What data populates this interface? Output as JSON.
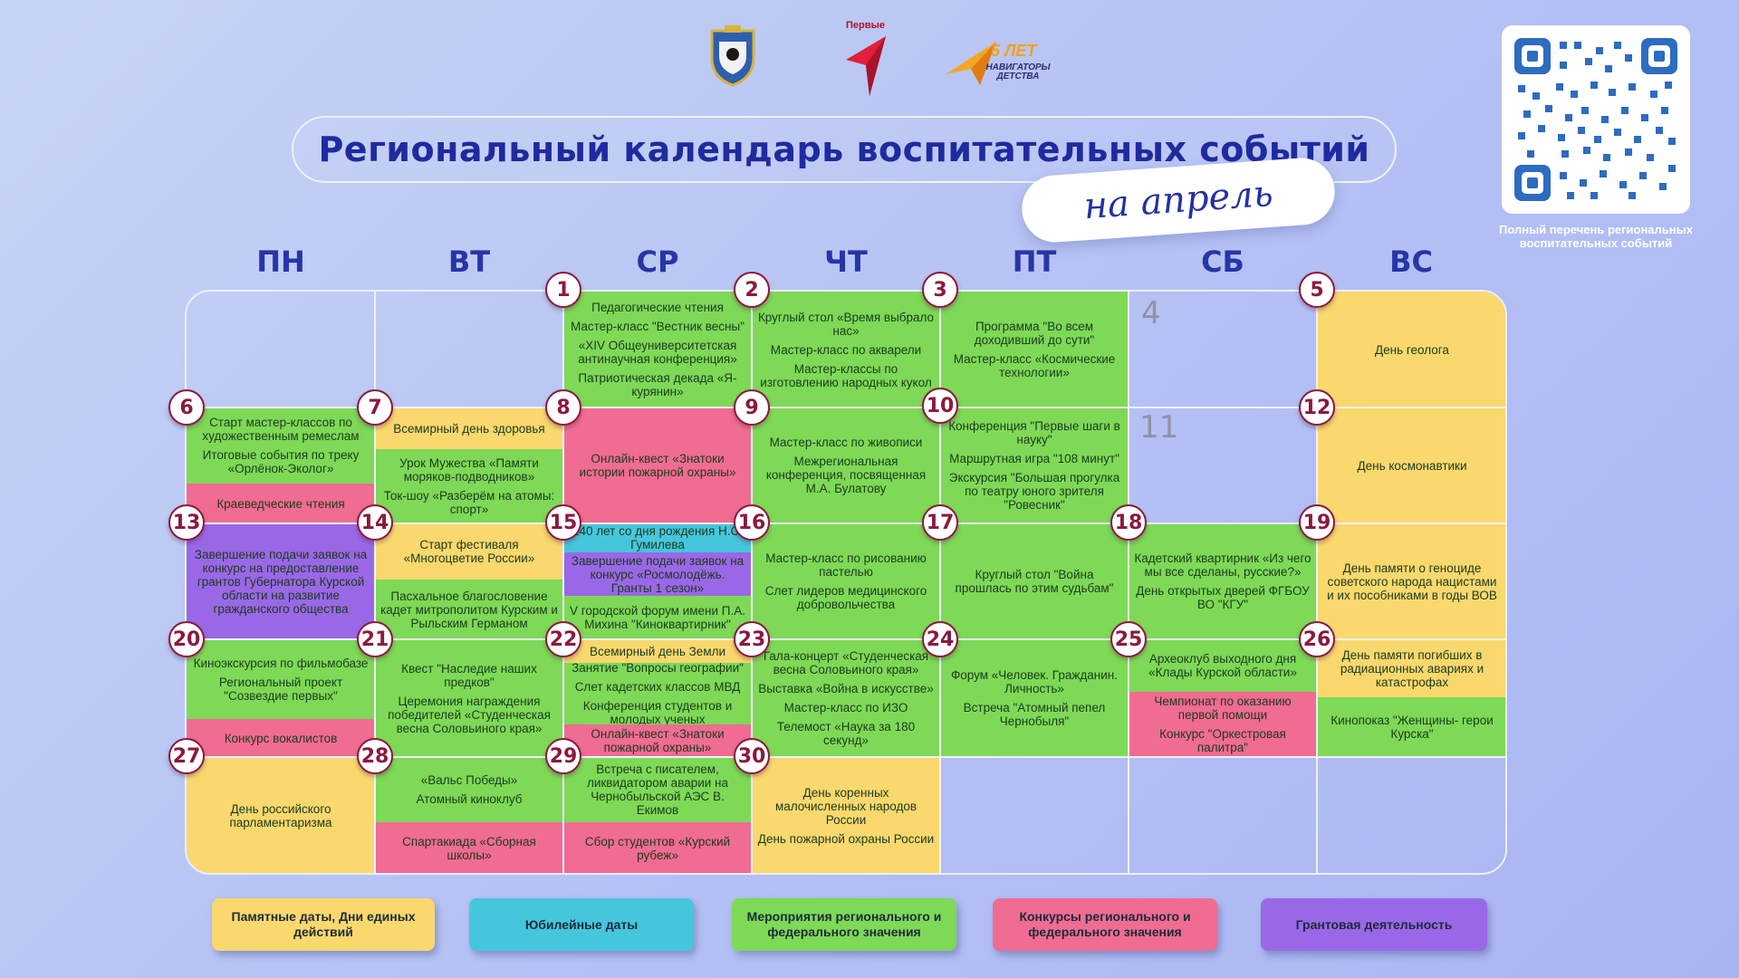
{
  "header": {
    "title": "Региональный календарь воспитательных событий",
    "month_label": "на апрель",
    "logo_first_text": "Первые",
    "logo_nav_years": "5 ЛЕТ",
    "logo_nav_name": "НАВИГАТОРЫ ДЕТСТВА",
    "qr_caption": "Полный перечень региональных воспитательных событий"
  },
  "weekdays": [
    "ПН",
    "ВТ",
    "СР",
    "ЧТ",
    "ПТ",
    "СБ",
    "ВС"
  ],
  "days": {
    "d1": "1",
    "d2": "2",
    "d3": "3",
    "d4": "4",
    "d5": "5",
    "d6": "6",
    "d7": "7",
    "d8": "8",
    "d9": "9",
    "d10": "10",
    "d11": "11",
    "d12": "12",
    "d13": "13",
    "d14": "14",
    "d15": "15",
    "d16": "16",
    "d17": "17",
    "d18": "18",
    "d19": "19",
    "d20": "20",
    "d21": "21",
    "d22": "22",
    "d23": "23",
    "d24": "24",
    "d25": "25",
    "d26": "26",
    "d27": "27",
    "d28": "28",
    "d29": "29",
    "d30": "30"
  },
  "events": {
    "e1": [
      "Педагогические чтения",
      "Мастер-класс \"Вестник весны\"",
      "«XIV Общеуниверситетская антинаучная конференция»",
      "Патриотическая декада «Я-курянин»"
    ],
    "e2": [
      "Круглый стол «Время выбрало нас»",
      "Мастер-класс по акварели",
      "Мастер-классы по изготовлению народных кукол"
    ],
    "e3": [
      "Программа \"Во всем доходивший до сути\"",
      "Мастер-класс «Космические технологии»"
    ],
    "e5": [
      "День геолога"
    ],
    "e6a": [
      "Старт мастер-классов по художественным ремеслам",
      "Итоговые события по треку «Орлёнок-Эколог»"
    ],
    "e6b": [
      "Краеведческие чтения"
    ],
    "e7a": [
      "Всемирный день здоровья"
    ],
    "e7b": [
      "Урок Мужества «Памяти моряков-подводников»",
      "Ток-шоу «Разберём на атомы: спорт»"
    ],
    "e8": [
      "Онлайн-квест «Знатоки истории пожарной охраны»"
    ],
    "e9": [
      "Мастер-класс по живописи",
      "Межрегиональная конференция, посвященная М.А. Булатову"
    ],
    "e10": [
      "Конференция \"Первые шаги в науку\"",
      "Маршрутная игра \"108 минут\"",
      "Экскурсия \"Большая прогулка по театру юного зрителя \"Ровесник\""
    ],
    "e12": [
      "День космонавтики"
    ],
    "e13": [
      "Завершение подачи заявок на конкурс на предоставление грантов Губернатора Курской области на развитие гражданского общества"
    ],
    "e14a": [
      "Старт фестиваля «Многоцветие России»"
    ],
    "e14b": [
      "Пасхальное благословение кадет митрополитом Курским и Рыльским Германом"
    ],
    "e15a": [
      "140 лет со дня рождения Н.С. Гумилева"
    ],
    "e15b": [
      "Завершение подачи заявок на конкурс «Росмолодёжь. Гранты 1 сезон»"
    ],
    "e15c": [
      "V городской форум имени П.А. Михина \"Киноквартирник\""
    ],
    "e16": [
      "Мастер-класс по рисованию пастелью",
      "Слет лидеров медицинского добровольчества"
    ],
    "e17": [
      "Круглый стол \"Война прошлась по этим судьбам\""
    ],
    "e18": [
      "Кадетский квартирник «Из чего мы все сделаны, русские?»",
      "День открытых дверей ФГБОУ ВО \"КГУ\""
    ],
    "e19": [
      "День памяти о геноциде советского народа нацистами и их пособниками в годы ВОВ"
    ],
    "e20a": [
      "Киноэкскурсия по фильмобазе",
      "Региональный проект \"Созвездие первых\""
    ],
    "e20b": [
      "Конкурс вокалистов"
    ],
    "e21": [
      "Квест \"Наследие наших предков\"",
      "Церемония награждения победителей «Студенческая весна Соловьиного края»"
    ],
    "e22a": [
      "Всемирный день Земли"
    ],
    "e22b": [
      "Занятие \"Вопросы географии\"",
      "Слет кадетских классов МВД",
      "Конференция студентов и молодых ученых"
    ],
    "e22c": [
      "Онлайн-квест «Знатоки пожарной охраны»"
    ],
    "e23": [
      "Гала-концерт «Студенческая весна Соловьиного края»",
      "Выставка «Война в искусстве»",
      "Мастер-класс по ИЗО",
      "Телемост «Наука за 180 секунд»"
    ],
    "e24": [
      "Форум «Человек. Гражданин. Личность»",
      "Встреча \"Атомный пепел Чернобыля\""
    ],
    "e25a": [
      "Археоклуб выходного дня «Клады Курской области»"
    ],
    "e25b": [
      "Чемпионат по оказанию первой помощи",
      "Конкурс \"Оркестровая палитра\""
    ],
    "e26a": [
      "День памяти погибших в радиационных авариях и катастрофах"
    ],
    "e26b": [
      "Кинопоказ \"Женщины- герои Курска\""
    ],
    "e27": [
      "День российского парламентаризма"
    ],
    "e28a": [
      "«Вальс Победы»",
      "Атомный киноклуб"
    ],
    "e28b": [
      "Спартакиада «Сборная школы»"
    ],
    "e29a": [
      "Встреча с писателем, ликвидатором аварии на Чернобыльской АЭС В. Екимов"
    ],
    "e29b": [
      "Сбор студентов «Курский рубеж»"
    ],
    "e30": [
      "День коренных малочисленных народов России",
      "День пожарной охраны России"
    ]
  },
  "legend": [
    {
      "label": "Памятные даты, Дни единых действий",
      "color": "#f9d86e"
    },
    {
      "label": "Юбилейные даты",
      "color": "#46c6dd"
    },
    {
      "label": "Мероприятия регионального и федерального значения",
      "color": "#7ed957"
    },
    {
      "label": "Конкурсы регионального и федерального значения",
      "color": "#f06c92"
    },
    {
      "label": "Грантовая деятельность",
      "color": "#9a68e6"
    }
  ]
}
